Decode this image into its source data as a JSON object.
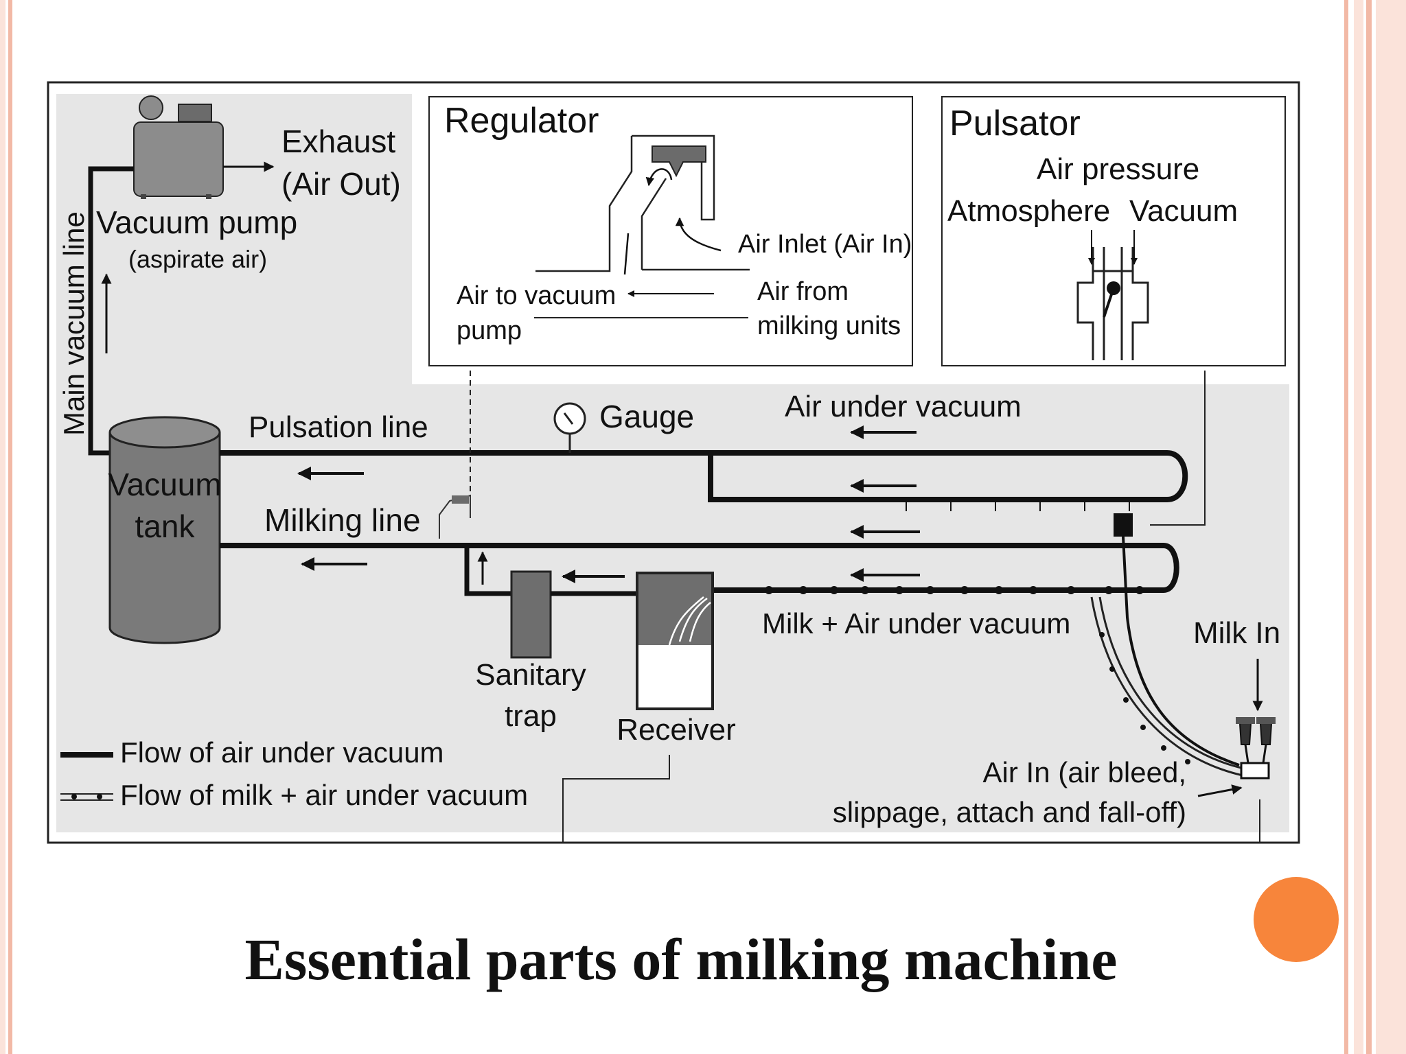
{
  "slide": {
    "title": "Essential parts of milking machine",
    "accent_color": "#f7853b",
    "border_color": "#f2b9a6"
  },
  "diagram": {
    "regulator": {
      "title": "Regulator",
      "air_inlet": "Air Inlet (Air In)",
      "air_to_pump_1": "Air to vacuum",
      "air_to_pump_2": "pump",
      "air_from_units_1": "Air from",
      "air_from_units_2": "milking units"
    },
    "pulsator": {
      "title": "Pulsator",
      "air_pressure": "Air pressure",
      "atmosphere": "Atmosphere",
      "vacuum": "Vacuum"
    },
    "pump": {
      "exhaust_1": "Exhaust",
      "exhaust_2": "(Air Out)",
      "label": "Vacuum pump",
      "sub": "(aspirate air)"
    },
    "main_vacuum_line": "Main vacuum line",
    "tank_1": "Vacuum",
    "tank_2": "tank",
    "pulsation_line": "Pulsation line",
    "gauge": "Gauge",
    "air_under_vacuum": "Air under vacuum",
    "milking_line": "Milking line",
    "milk_air": "Milk + Air under vacuum",
    "milk_in": "Milk In",
    "sanitary_1": "Sanitary",
    "sanitary_2": "trap",
    "receiver": "Receiver",
    "air_bleed_1": "Air In (air bleed,",
    "air_bleed_2": "slippage, attach and fall-off)",
    "legend": {
      "air": "Flow of air under vacuum",
      "milk": "Flow of milk + air under vacuum"
    }
  }
}
